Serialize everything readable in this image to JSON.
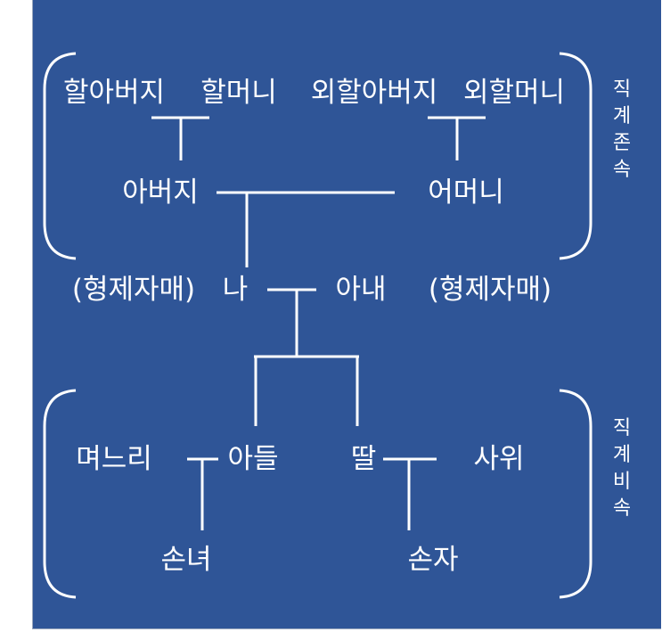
{
  "colors": {
    "background": "#2f5597",
    "foreground": "#ffffff"
  },
  "ancestors": {
    "grandfather": "할아버지",
    "grandmother": "할머니",
    "maternal_grandfather": "외할아버지",
    "maternal_grandmother": "외할머니",
    "father": "아버지",
    "mother": "어머니",
    "group_label": [
      "직",
      "계",
      "존",
      "속"
    ]
  },
  "middle": {
    "my_siblings": "(형제자매)",
    "me": "나",
    "wife": "아내",
    "wife_siblings": "(형제자매)"
  },
  "descendants": {
    "daughter_in_law": "며느리",
    "son": "아들",
    "daughter": "딸",
    "son_in_law": "사위",
    "granddaughter": "손녀",
    "grandson": "손자",
    "group_label": [
      "직",
      "계",
      "비",
      "속"
    ]
  }
}
